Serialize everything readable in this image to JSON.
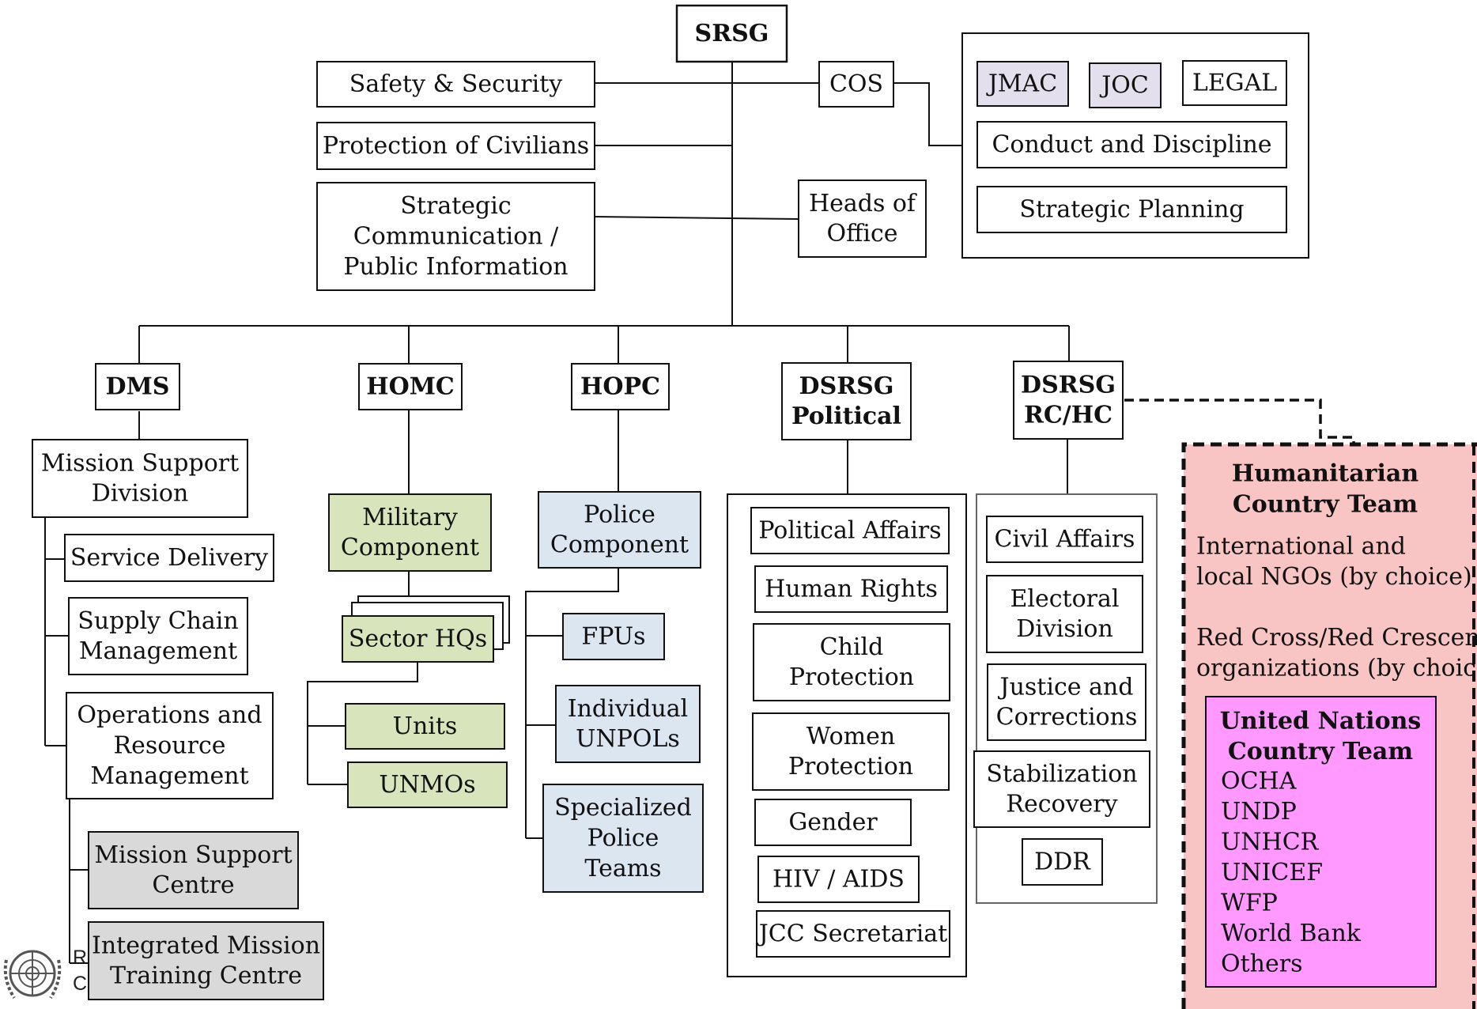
{
  "nodes": {
    "srsg": [
      "SRSG"
    ],
    "safety": [
      "Safety & Security"
    ],
    "poc": [
      "Protection of Civilians"
    ],
    "stratcomm": [
      "Strategic",
      "Communication /",
      "Public  Information"
    ],
    "cos": [
      "COS"
    ],
    "heads": [
      "Heads of",
      "Office"
    ],
    "jmac": [
      "JMAC"
    ],
    "joc": [
      "JOC"
    ],
    "legal": [
      "LEGAL"
    ],
    "conduct": [
      "Conduct and Discipline"
    ],
    "stratplan": [
      "Strategic Planning"
    ],
    "dms": [
      "DMS"
    ],
    "homc": [
      "HOMC"
    ],
    "hopc": [
      "HOPC"
    ],
    "dsrsg_pol": [
      "DSRSG",
      "Political"
    ],
    "dsrsg_rc": [
      "DSRSG",
      "RC/HC"
    ],
    "msd": [
      "Mission Support",
      "Division"
    ],
    "service": [
      "Service Delivery"
    ],
    "supply": [
      "Supply Chain",
      "Management"
    ],
    "ops": [
      "Operations and",
      "Resource",
      "Management"
    ],
    "msc": [
      "Mission Support",
      "Centre"
    ],
    "imtc": [
      "Integrated Mission",
      "Training Centre"
    ],
    "milcomp": [
      "Military",
      "Component"
    ],
    "sector": [
      "Sector HQs"
    ],
    "units": [
      "Units"
    ],
    "unmos": [
      "UNMOs"
    ],
    "polcomp": [
      "Police",
      "Component"
    ],
    "fpus": [
      "FPUs"
    ],
    "unpols": [
      "Individual",
      "UNPOLs"
    ],
    "spt": [
      "Specialized",
      "Police",
      "Teams"
    ],
    "polaff": [
      "Political Affairs"
    ],
    "hr": [
      "Human Rights"
    ],
    "child": [
      "Child",
      "Protection"
    ],
    "women": [
      "Women",
      "Protection"
    ],
    "gender": [
      "Gender"
    ],
    "hiv": [
      "HIV / AIDS"
    ],
    "jcc": [
      "JCC Secretariat"
    ],
    "civil": [
      "Civil Affairs"
    ],
    "electoral": [
      "Electoral",
      "Division"
    ],
    "justice": [
      "Justice and",
      "Corrections"
    ],
    "stab": [
      "Stabilization",
      "Recovery"
    ],
    "ddr": [
      "DDR"
    ]
  },
  "hct": {
    "title": [
      "Humanitarian",
      "Country Team"
    ],
    "lines": [
      "International and",
      "local NGOs (by choice)",
      "",
      "Red Cross/Red Crescent",
      "organizations (by choice)"
    ],
    "unct_title": [
      "United Nations",
      "Country Team"
    ],
    "unct_members": [
      "OCHA",
      "UNDP",
      "UNHCR",
      "UNICEF",
      "WFP",
      "World Bank",
      "Others"
    ]
  },
  "footer": {
    "lines": [
      "R                            ckage on",
      "C                            ted Nations Military"
    ]
  },
  "colors": {
    "military_fill": "#d8e4bc",
    "police_fill": "#dce6f1",
    "support_centre_fill": "#d9d9d9",
    "jmac_joc_fill": "#e4dfec",
    "hct_fill": "#f9c4c4",
    "unct_fill": "#ff99ff"
  }
}
